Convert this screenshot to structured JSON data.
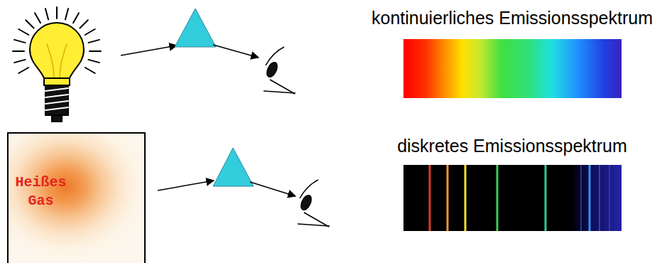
{
  "diagram": {
    "nodes": [
      {
        "text": [
          "kontinuierliches Emissionsspektrum"
        ]
      },
      {
        "text": [
          "Heißes Gas"
        ]
      },
      {
        "text": [
          "diskretes Emissionsspektrum"
        ]
      }
    ]
  }
}
